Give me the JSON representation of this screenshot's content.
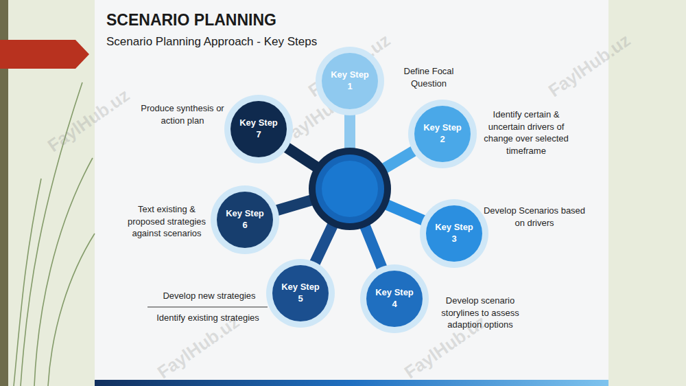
{
  "diagram": {
    "title": "SCENARIO PLANNING",
    "nodes": [
      {
        "text": [
          "Key Step 1",
          "Define Focal Question"
        ]
      },
      {
        "text": [
          "Key Step 2",
          "Identify certain & uncertain drivers of change over selected timeframe"
        ]
      },
      {
        "text": [
          "Key Step 3",
          "Develop Scenarios based on drivers"
        ]
      },
      {
        "text": [
          "Key Step 4",
          "Develop scenario storylines to assess adaption options"
        ]
      },
      {
        "text": [
          "Key Step 5",
          "Develop new strategies",
          "Identify existing strategies"
        ]
      },
      {
        "text": [
          "Key Step 6",
          "Text existing & proposed strategies against scenarios"
        ]
      },
      {
        "text": [
          "Key Step 7",
          "Produce synthesis or action plan"
        ]
      }
    ],
    "labels": [
      "Scenario Planning Approach - Key Steps",
      "FaylHub.uz",
      "FaylHub.uz",
      "FaylHub.uz",
      "FaylHub.uz",
      "FaylHub.uz",
      "FaylHub.uz"
    ]
  }
}
